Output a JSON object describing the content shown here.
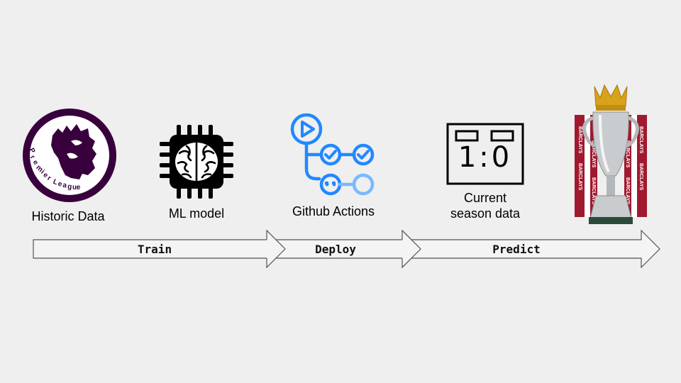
{
  "steps": {
    "historic_data": "Historic Data",
    "ml_model": "ML model",
    "github_actions": "Github Actions",
    "current_season_line1": "Current",
    "current_season_line2": "season data"
  },
  "arrows": {
    "train": "Train",
    "deploy": "Deploy",
    "predict": "Predict"
  },
  "scoreboard": {
    "score": "1:0"
  },
  "trophy": {
    "ribbon_text": "BARCLAYS"
  },
  "colors": {
    "background": "#efefef",
    "premier_league_purple": "#38003c",
    "github_actions_blue": "#2188ff",
    "github_actions_light_blue": "#79b8ff",
    "trophy_gold": "#d8a31a",
    "ribbon_red": "#a0192f"
  },
  "icons": {
    "historic_data": "premier-league-logo",
    "ml_model": "brain-chip-icon",
    "github_actions": "github-actions-icon",
    "current_season": "scoreboard-icon",
    "predict": "premier-league-trophy"
  }
}
